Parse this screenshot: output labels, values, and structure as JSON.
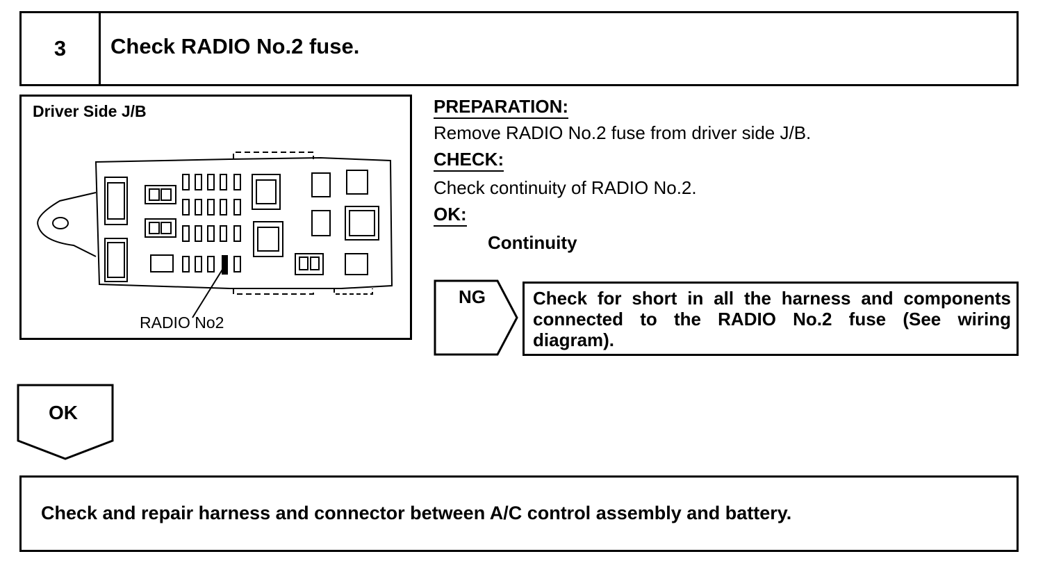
{
  "step": {
    "number": "3",
    "title": "Check RADIO No.2 fuse."
  },
  "diagram": {
    "title": "Driver Side J/B",
    "callout_label": "RADIO No2"
  },
  "instructions": {
    "preparation_heading": "PREPARATION:",
    "preparation_text": "Remove RADIO No.2 fuse from driver side J/B.",
    "check_heading": "CHECK:",
    "check_text": "Check continuity of RADIO No.2.",
    "ok_heading": "OK:",
    "ok_result": "Continuity"
  },
  "ng_branch": {
    "label": "NG",
    "action": "Check for short in all the harness and components connected to the RADIO No.2 fuse (See wiring diagram)."
  },
  "ok_branch": {
    "label": "OK"
  },
  "final_action": "Check and repair harness and connector between A/C control assembly and battery."
}
